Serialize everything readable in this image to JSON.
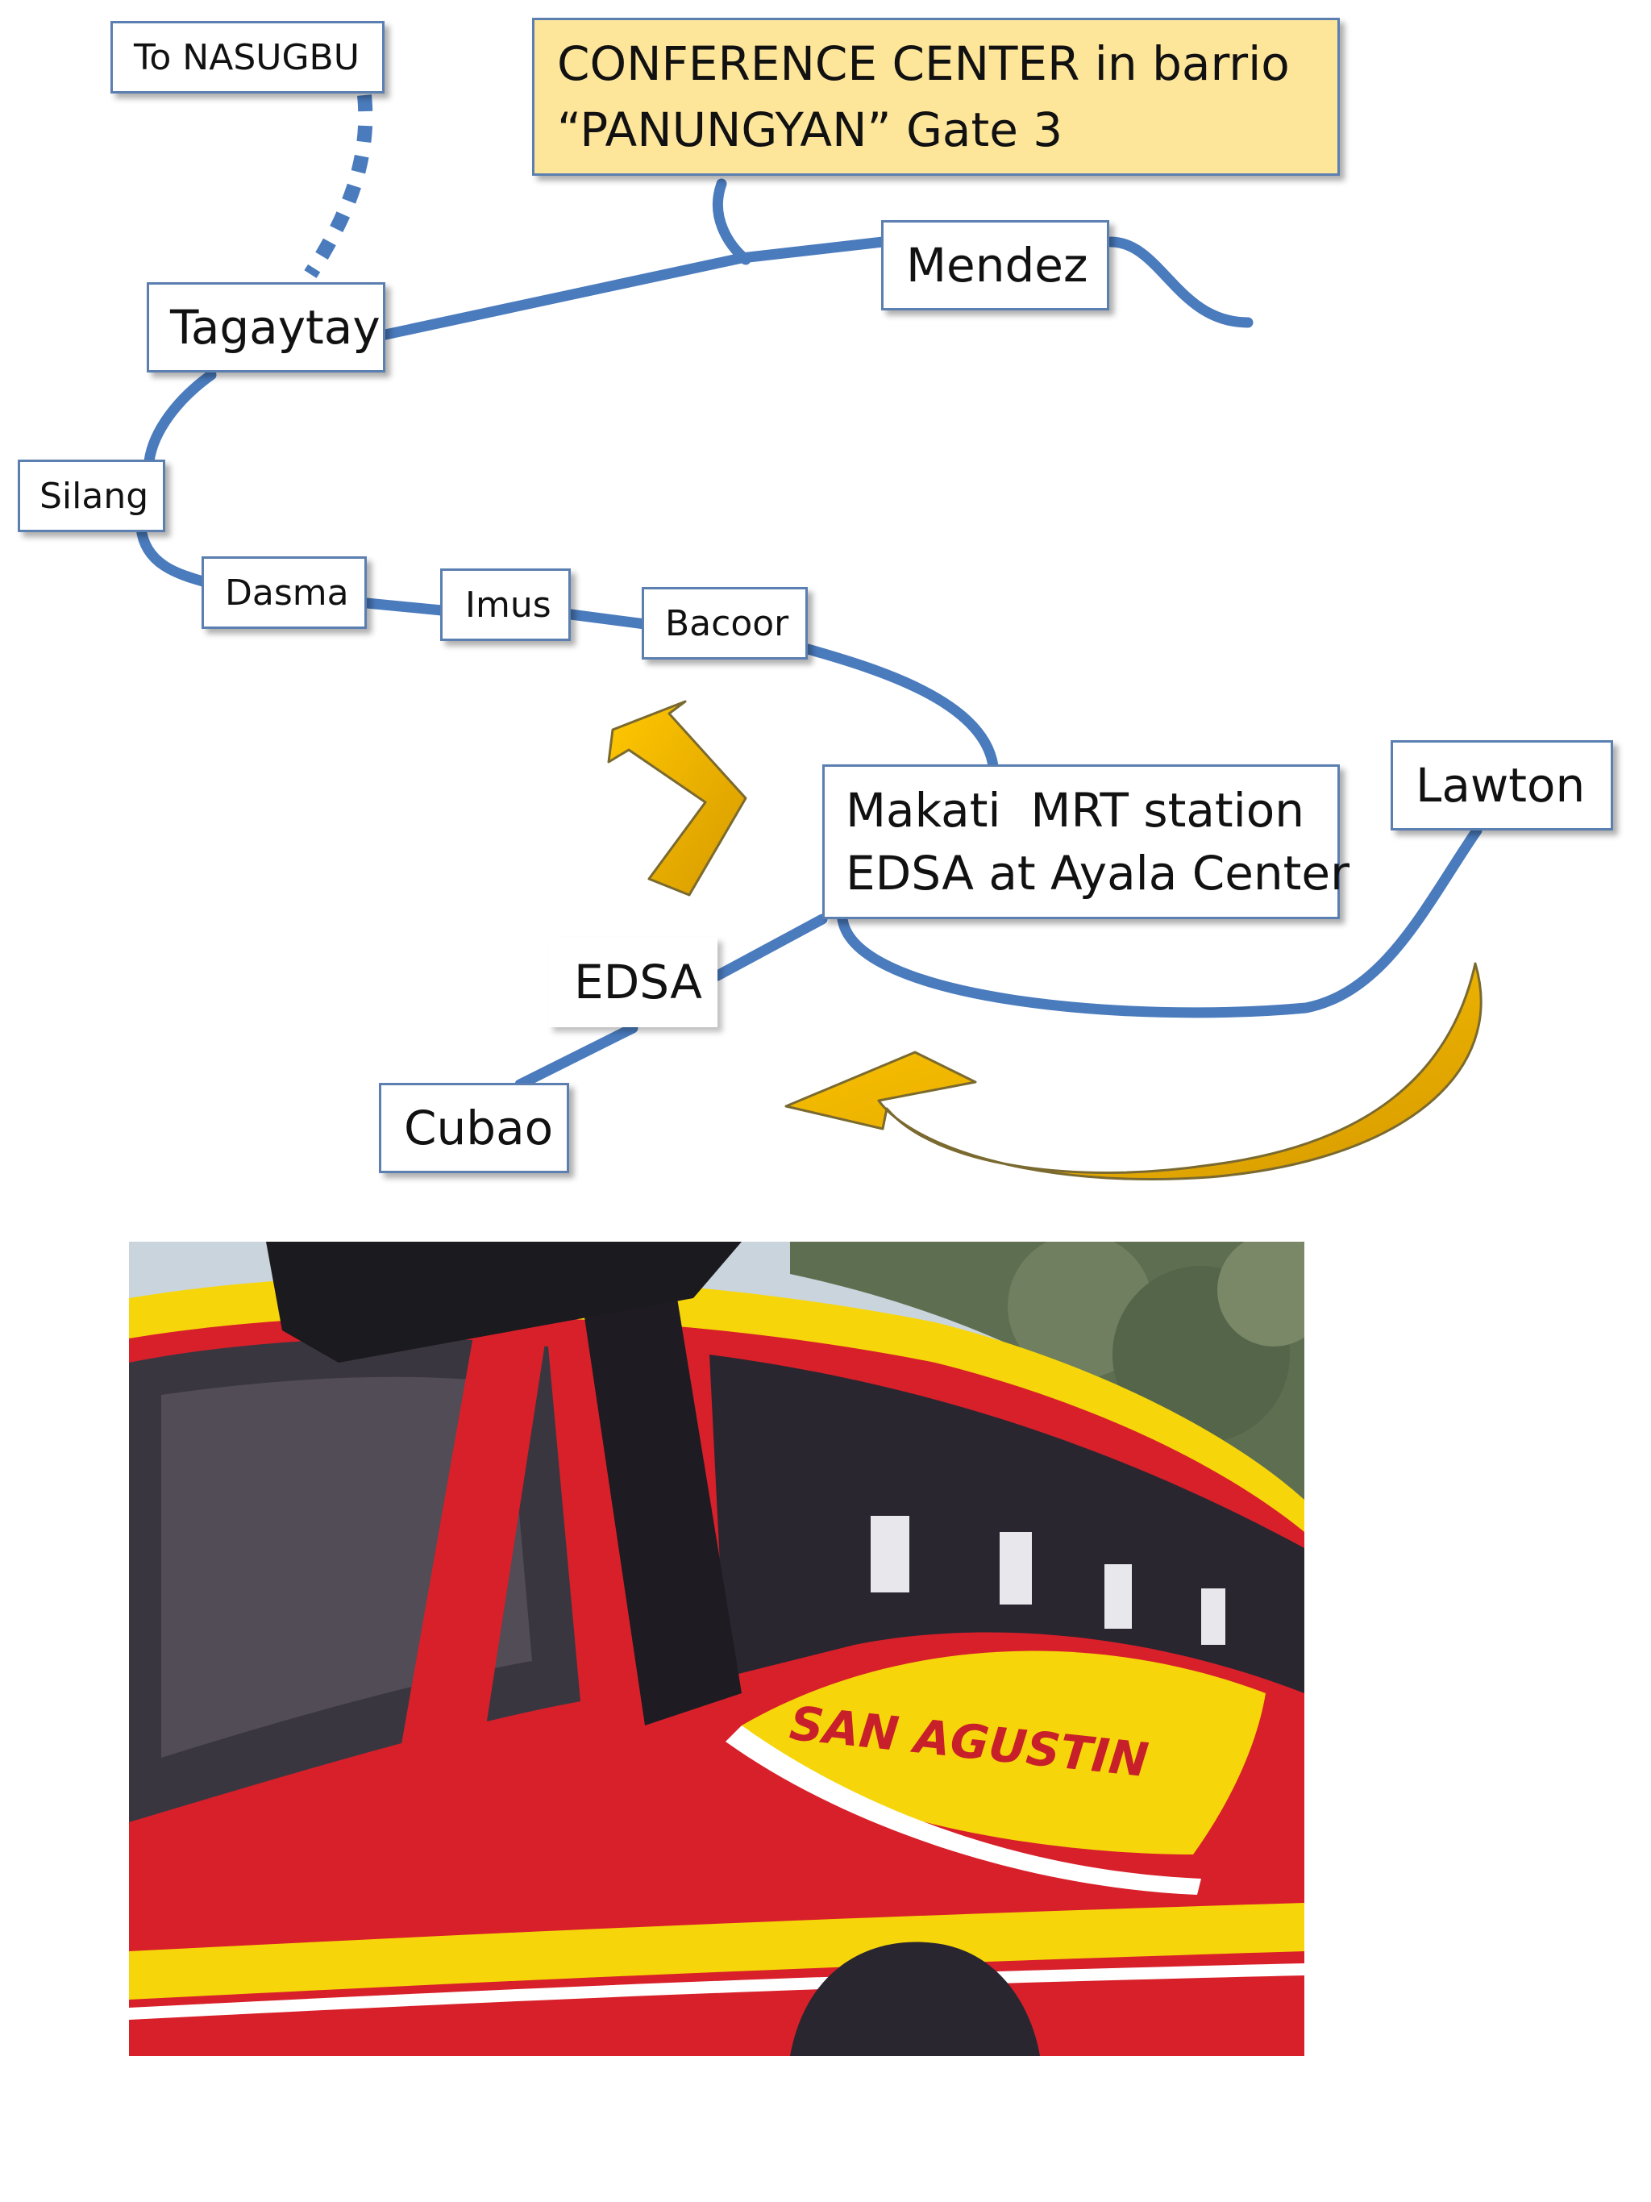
{
  "map": {
    "colors": {
      "route": "#4a7bbd",
      "arrow": "#f5b800",
      "arrow_outline": "#7a6a30",
      "callout_fill": "#fde59a",
      "label_border": "#5a7fb0"
    },
    "labels": {
      "nasugbu": "To NASUGBU",
      "conference_line1": "CONFERENCE CENTER in barrio",
      "conference_line2": "“PANUNGYAN” Gate 3",
      "mendez": "Mendez",
      "tagaytay": "Tagaytay",
      "silang": "Silang",
      "dasma": "Dasma",
      "imus": "Imus",
      "bacoor": "Bacoor",
      "makati_line1": "Makati  MRT station",
      "makati_line2": "EDSA at Ayala Center",
      "lawton": "Lawton",
      "edsa": "EDSA",
      "cubao": "Cubao"
    }
  },
  "photo": {
    "bus_brand": "SAN AGUSTIN",
    "colors": {
      "bus_red": "#d8202a",
      "bus_yellow": "#f6d60a",
      "window_dark": "#2a2630",
      "sky": "#c9d4dc",
      "tree": "#5e6e50"
    }
  }
}
